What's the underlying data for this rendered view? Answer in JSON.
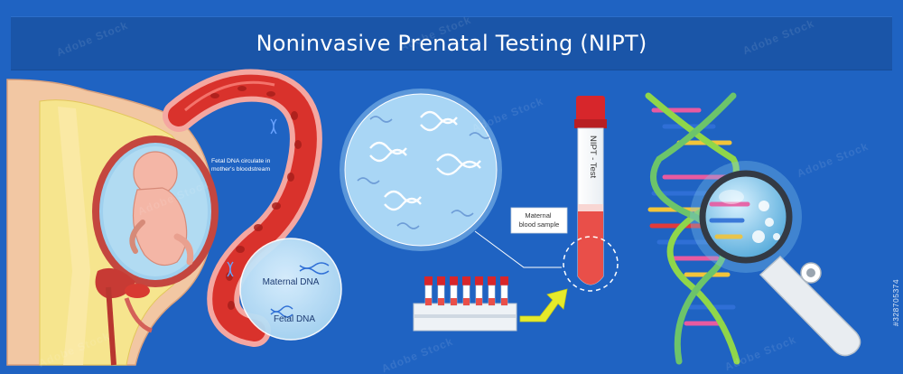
{
  "title": "Noninvasive Prenatal Testing (NIPT)",
  "labels": {
    "fetal_dna_circulate": "Fetal DNA circulate in mother's bloodstream",
    "maternal_dna": "Maternal DNA",
    "fetal_dna": "Fetal DNA",
    "maternal_blood_sample": "Maternal blood sample",
    "tube_label": "NIPT - Test"
  },
  "watermark": "Adobe Stock",
  "stock_id": "#328705374",
  "colors": {
    "background": "#1f63c2",
    "title_bar": "#1a55a8",
    "blood": "#d9322c",
    "vessel_wall": "#f4a7a1",
    "body_yellow": "#f6e58e",
    "skin": "#f2c7a3",
    "bubble": "#bfe3f7",
    "dna_blue": "#2f6fd6",
    "tube_cap": "#d7262b",
    "arrow_yellow": "#e6ea2a"
  }
}
